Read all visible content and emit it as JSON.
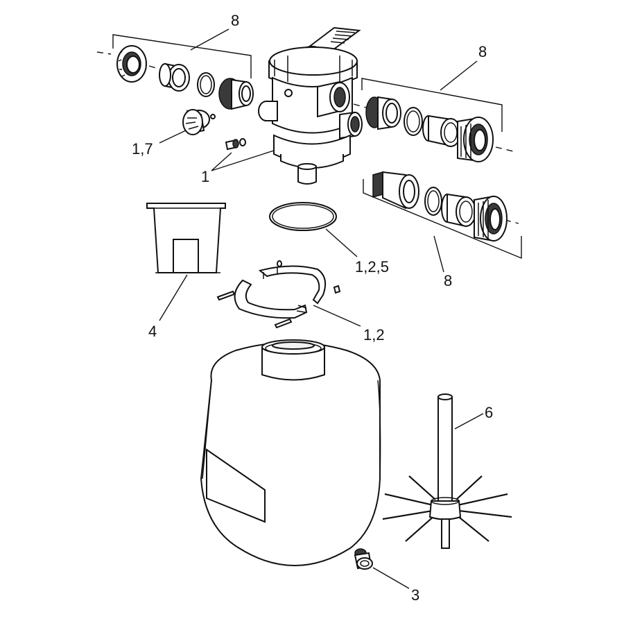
{
  "labels": {
    "pipe_set_top_left": "8",
    "pipe_set_top_right": "8",
    "pipe_set_bottom_right": "8",
    "pressure_gauge": "1,7",
    "valve_fittings": "1",
    "tank_o_ring": "1,2,5",
    "basket": "4",
    "clamp_ring": "1,2",
    "lateral_assembly": "6",
    "drain_plug": "3"
  }
}
